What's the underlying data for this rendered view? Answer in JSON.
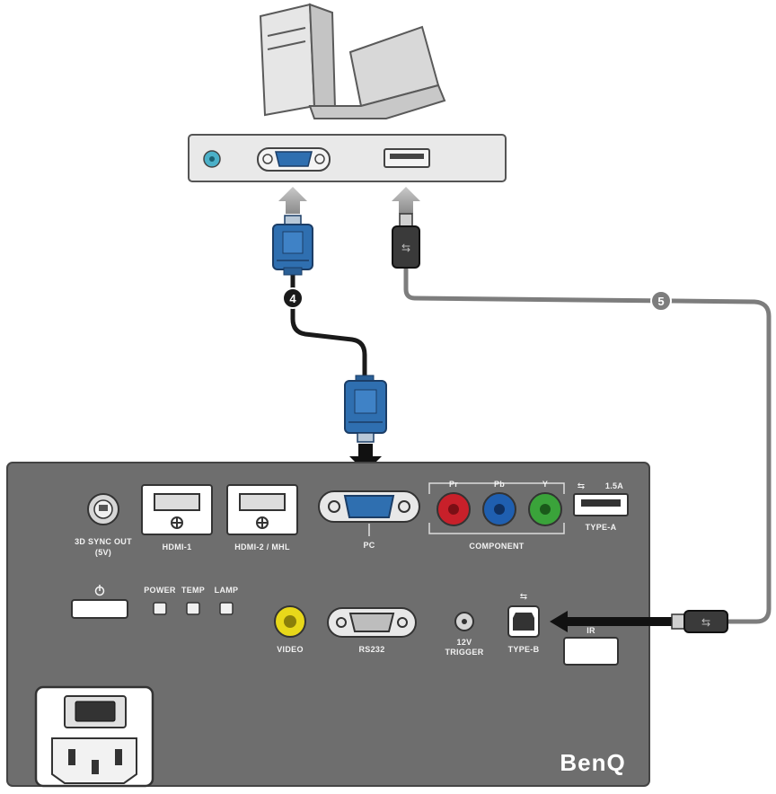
{
  "callouts": {
    "vga_cable": "4",
    "usb_cable": "5"
  },
  "projector": {
    "brand": "BenQ",
    "ports": {
      "sync_3d": "3D SYNC OUT",
      "sync_3d_sub": "(5V)",
      "hdmi1": "HDMI-1",
      "hdmi2": "HDMI-2 / MHL",
      "pc": "PC",
      "component": "COMPONENT",
      "pr": "Pr",
      "pb": "Pb",
      "y": "Y",
      "usb_a": "TYPE-A",
      "usb_a_rating": "1.5A",
      "power_led": "POWER",
      "temp_led": "TEMP",
      "lamp_led": "LAMP",
      "video": "VIDEO",
      "rs232": "RS232",
      "trigger": "12V",
      "trigger_sub": "TRIGGER",
      "usb_b": "TYPE-B",
      "ir": "IR"
    }
  },
  "colors": {
    "panel": "#6e6e6e",
    "vga_blue": "#2f6fb0",
    "cable": "#1a1a1a",
    "usb_cable": "#7a7a7a",
    "pr_red": "#c8202a",
    "pb_blue": "#1f5fb0",
    "y_green": "#3aa33a",
    "video_yellow": "#e8d81a"
  }
}
